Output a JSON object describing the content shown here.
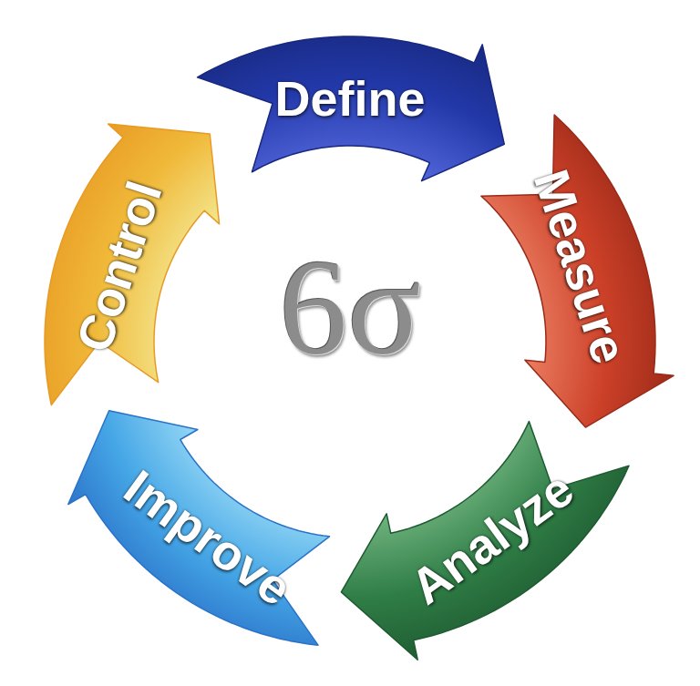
{
  "diagram": {
    "nodes": [
      {
        "text": [
          "Define"
        ]
      },
      {
        "text": [
          "Measure"
        ]
      },
      {
        "text": [
          "Analyze"
        ]
      },
      {
        "text": [
          "Improve"
        ]
      },
      {
        "text": [
          "Control"
        ]
      }
    ],
    "labels": [
      "6σ"
    ]
  }
}
